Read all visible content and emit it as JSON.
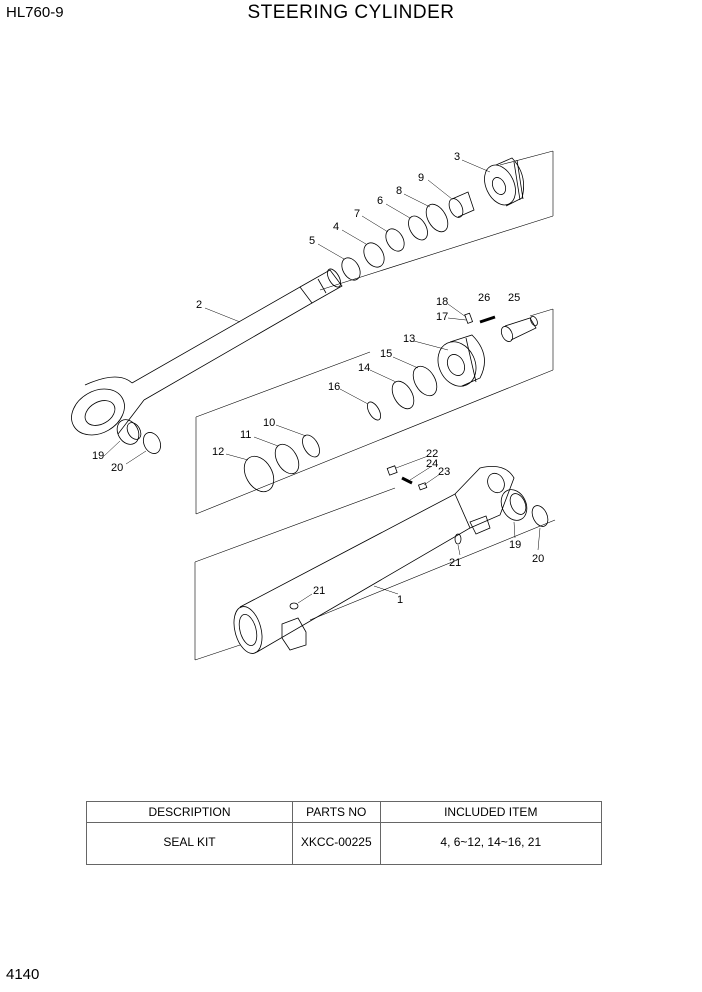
{
  "header": {
    "model": "HL760-9",
    "title": "STEERING CYLINDER"
  },
  "footer": {
    "page": "4140"
  },
  "callouts": {
    "c1": "1",
    "c2": "2",
    "c3": "3",
    "c4": "4",
    "c5": "5",
    "c6": "6",
    "c7": "7",
    "c8": "8",
    "c9": "9",
    "c10": "10",
    "c11": "11",
    "c12": "12",
    "c13": "13",
    "c14": "14",
    "c15": "15",
    "c16": "16",
    "c17": "17",
    "c18": "18",
    "c19a": "19",
    "c19b": "19",
    "c20a": "20",
    "c20b": "20",
    "c21a": "21",
    "c21b": "21",
    "c22": "22",
    "c23": "23",
    "c24": "24",
    "c25": "25",
    "c26": "26"
  },
  "kit_table": {
    "headers": [
      "DESCRIPTION",
      "PARTS NO",
      "INCLUDED ITEM"
    ],
    "row": [
      "SEAL KIT",
      "XKCC-00225",
      "4, 6~12, 14~16, 21"
    ]
  }
}
